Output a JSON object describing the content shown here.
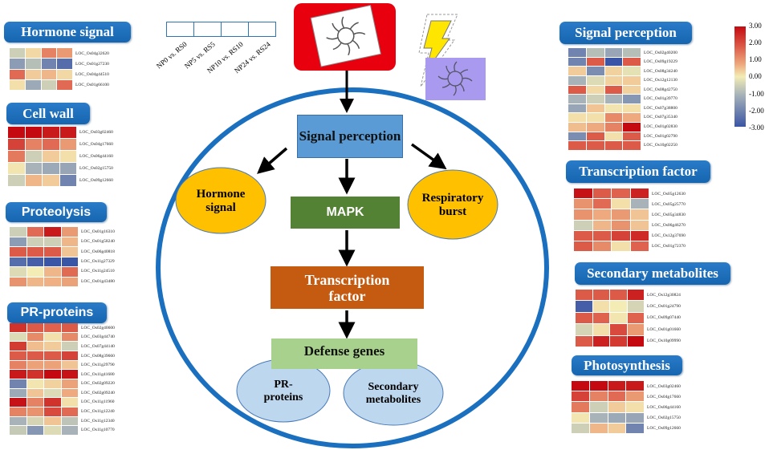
{
  "legend": {
    "comparisons": [
      "NP0 vs. RS0",
      "NP5 vs. RS5",
      "NP10 vs. RS10",
      "NP24 vs. RS24"
    ]
  },
  "color_scale": {
    "labels": [
      "3.00",
      "2.00",
      "1.00",
      "0.00",
      "-1.00",
      "-2.00",
      "-3.00"
    ],
    "min": -3,
    "max": 3,
    "colors": [
      "#3a55a5",
      "#a7b3b9",
      "#f3ecb4",
      "#eeaa7e",
      "#dc5a48",
      "#c40a10"
    ]
  },
  "pathway": {
    "signal_perception": "Signal perception",
    "hormone_signal": "Hormone signal",
    "respiratory_burst": "Respiratory burst",
    "mapk": "MAPK",
    "transcription_factor": "Transcription factor",
    "defense_genes": "Defense genes",
    "pr_proteins": "PR-proteins",
    "secondary_metabolites": "Secondary metabolites"
  },
  "heatmaps": [
    {
      "id": "hormone",
      "title": "Hormone signal",
      "genes": [
        "LOC_Os04g32620",
        "LOC_Os01g27230",
        "LOC_Os04g44510",
        "LOC_Os01g66100"
      ],
      "values": [
        [
          -0.5,
          0.3,
          1.5,
          1.2
        ],
        [
          -1.5,
          -0.8,
          -2,
          -2.5
        ],
        [
          1.8,
          0.5,
          0.8,
          0.3
        ],
        [
          0.2,
          -1.2,
          -0.5,
          1.8
        ]
      ]
    },
    {
      "id": "cellwall",
      "title": "Cell wall",
      "genes": [
        "LOC_Os03g02460",
        "LOC_Os04g17660",
        "LOC_Os06g44160",
        "LOC_Os02g15750",
        "LOC_Os09g12660"
      ],
      "values": [
        [
          3,
          3,
          2.8,
          2.8
        ],
        [
          2.3,
          1.5,
          1.8,
          1.2
        ],
        [
          1.6,
          -0.5,
          0.5,
          0.2
        ],
        [
          0.1,
          -1,
          -1.2,
          -1.3
        ],
        [
          -0.5,
          0.8,
          0.5,
          -2
        ]
      ]
    },
    {
      "id": "proteolysis",
      "title": "Proteolysis",
      "genes": [
        "LOC_Os01g16310",
        "LOC_Os01g58240",
        "LOC_Os06g40818",
        "LOC_Os11g27329",
        "LOC_Os11g24510",
        "LOC_Os01g43480"
      ],
      "values": [
        [
          -0.5,
          1.8,
          2.8,
          1.2
        ],
        [
          -1.5,
          -0.5,
          -0.5,
          0.8
        ],
        [
          2,
          2,
          2,
          0.6
        ],
        [
          -2.5,
          -2.8,
          -3,
          -3
        ],
        [
          -0.3,
          0,
          0.8,
          1.8
        ],
        [
          1.3,
          0.8,
          0.9,
          1.1
        ]
      ]
    },
    {
      "id": "pr",
      "title": "PR-proteins",
      "genes": [
        "LOC_Os02g40600",
        "LOC_Os03g44740",
        "LOC_Os07g44140",
        "LOC_Os08g39660",
        "LOC_Os11g29790",
        "LOC_Os11g41680",
        "LOC_Os02g09220",
        "LOC_Os02g09240",
        "LOC_Os11g11960",
        "LOC_Os11g12240",
        "LOC_Os11g12340",
        "LOC_Os11g10770"
      ],
      "values": [
        [
          2.5,
          2,
          1.9,
          2
        ],
        [
          -0.3,
          1.4,
          0.2,
          1.4
        ],
        [
          2.4,
          0.7,
          0.5,
          -0.5
        ],
        [
          2,
          2,
          2,
          2.3
        ],
        [
          1.5,
          1.1,
          1.1,
          0.6
        ],
        [
          2.8,
          2.5,
          3,
          2.9
        ],
        [
          -2,
          0.1,
          0.4,
          1.1
        ],
        [
          -1.2,
          0.6,
          -0.3,
          1
        ],
        [
          2.9,
          1.5,
          2.5,
          0.2
        ],
        [
          1.5,
          1.3,
          2.2,
          1.8
        ],
        [
          -1,
          -0.4,
          0.6,
          -0.7
        ],
        [
          -0.6,
          -1.6,
          -0.3,
          -1
        ]
      ]
    },
    {
      "id": "signal",
      "title": "Signal perception",
      "genes": [
        "LOC_Os02g40200",
        "LOC_Os09g19229",
        "LOC_Os08g34240",
        "LOC_Os12g12130",
        "LOC_Os08g42750",
        "LOC_Os01g39770",
        "LOC_Os07g38800",
        "LOC_Os07g35340",
        "LOC_Os01g02830",
        "LOC_Os01g02790",
        "LOC_Os10g02250"
      ],
      "values": [
        [
          -2,
          -0.8,
          -1.3,
          -0.8
        ],
        [
          -2,
          2,
          -3,
          2
        ],
        [
          0.5,
          -1.8,
          0.4,
          -0.2
        ],
        [
          -1,
          -0.3,
          0.4,
          0.5
        ],
        [
          2,
          0.3,
          2,
          0.4
        ],
        [
          -1,
          -0.5,
          -1,
          -1.6
        ],
        [
          -1.3,
          0.6,
          0.1,
          0.2
        ],
        [
          0.2,
          0.2,
          1.4,
          1
        ],
        [
          0.7,
          1,
          1.5,
          3
        ],
        [
          -1.8,
          2,
          0.2,
          2
        ],
        [
          2,
          2,
          2,
          2
        ]
      ]
    },
    {
      "id": "tf",
      "title": "Transcription factor",
      "genes": [
        "LOC_Os05g12630",
        "LOC_Os05g25770",
        "LOC_Os05g34830",
        "LOC_Os06g46270",
        "LOC_Os12g37690",
        "LOC_Os01g72370"
      ],
      "values": [
        [
          2.9,
          2,
          1.9,
          2.7
        ],
        [
          1.3,
          1.8,
          0.2,
          -1
        ],
        [
          1.3,
          1,
          1.2,
          0.6
        ],
        [
          -0.5,
          0.8,
          1.3,
          0.6
        ],
        [
          2,
          2,
          2.3,
          2.6
        ],
        [
          2,
          1.4,
          0.2,
          1.9
        ]
      ]
    },
    {
      "id": "sm",
      "title": "Secondary metabolites",
      "genes": [
        "LOC_Os12g30824",
        "LOC_Os01g24790",
        "LOC_Os09g07440",
        "LOC_Os01g01660",
        "LOC_Os10g09990"
      ],
      "values": [
        [
          2,
          2,
          2,
          2.7
        ],
        [
          -2.8,
          0.2,
          0,
          -0.4
        ],
        [
          2,
          1.9,
          0.1,
          1.9
        ],
        [
          -0.4,
          0.2,
          2.2,
          1.2
        ],
        [
          2,
          2.7,
          2.4,
          3
        ]
      ]
    },
    {
      "id": "photo",
      "title": "Photosynthesis",
      "genes": [
        "LOC_Os03g02460",
        "LOC_Os04g17660",
        "LOC_Os06g44160",
        "LOC_Os02g15750",
        "LOC_Os09g12660"
      ],
      "values": [
        [
          3,
          3,
          2.8,
          2.8
        ],
        [
          2.3,
          1.5,
          1.8,
          1.2
        ],
        [
          1.6,
          -0.5,
          0.5,
          0.2
        ],
        [
          0.1,
          -1,
          -1.2,
          -1.3
        ],
        [
          -0.5,
          0.8,
          0.5,
          -2
        ]
      ]
    }
  ]
}
